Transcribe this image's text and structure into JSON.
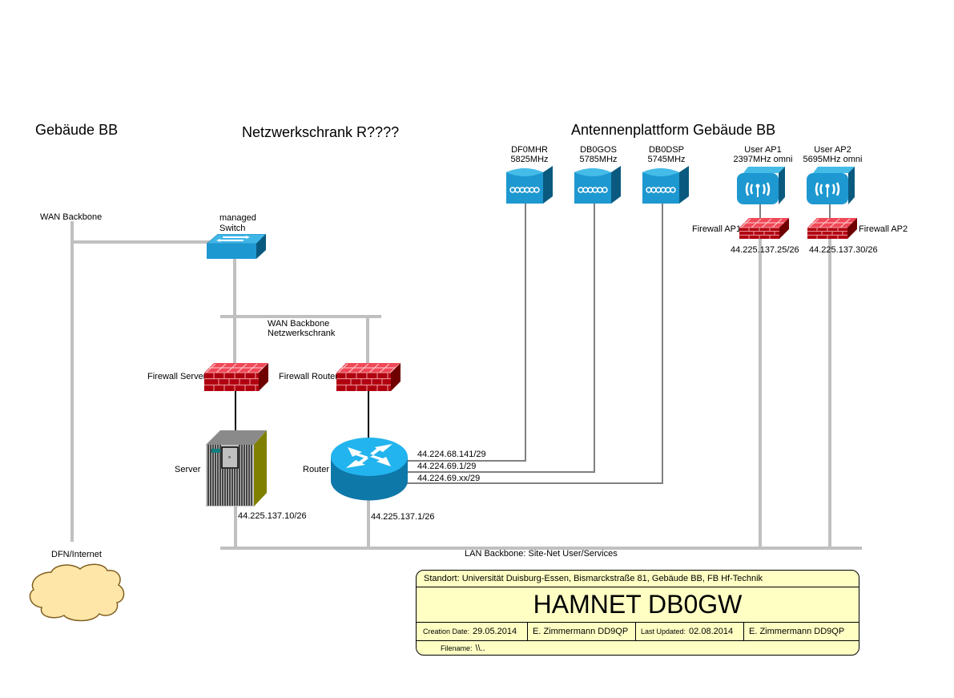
{
  "headers": {
    "building": "Gebäude BB",
    "rack": "Netzwerkschrank R????",
    "antenna_platform": "Antennenplattform Gebäude BB"
  },
  "labels": {
    "wan_backbone": "WAN Backbone",
    "switch_line1": "managed",
    "switch_line2": "Switch",
    "wan_rack_line1": "WAN Backbone",
    "wan_rack_line2": "Netzwerkschrank",
    "firewall_server": "Firewall Server",
    "firewall_router": "Firewall Router",
    "server": "Server",
    "router": "Router",
    "server_ip": "44.225.137.10/26",
    "router_ip": "44.225.137.1/26",
    "router_link1": "44.224.68.141/29",
    "router_link2": "44.224.69.1/29",
    "router_link3": "44.224.69.xx/29",
    "lan_backbone": "LAN Backbone: Site-Net User/Services",
    "internet": "DFN/Internet",
    "firewall_ap1": "Firewall AP1",
    "firewall_ap2": "Firewall AP2",
    "ap1_ip": "44.225.137.25/26",
    "ap2_ip": "44.225.137.30/26"
  },
  "antennas": [
    {
      "call": "DF0MHR",
      "freq": "5825MHz"
    },
    {
      "call": "DB0GOS",
      "freq": "5785MHz"
    },
    {
      "call": "DB0DSP",
      "freq": "5745MHz"
    }
  ],
  "access_points": [
    {
      "name": "User AP1",
      "freq": "2397MHz omni"
    },
    {
      "name": "User AP2",
      "freq": "5695MHz omni"
    }
  ],
  "title_block": {
    "location": "Standort: Universität Duisburg-Essen, Bismarckstraße 81, Gebäude BB, FB Hf-Technik",
    "title": "HAMNET DB0GW",
    "creation_label": "Creation Date:",
    "creation_date": "29.05.2014",
    "creation_author": "E. Zimmermann DD9QP",
    "updated_label": "Last Updated:",
    "updated_date": "02.08.2014",
    "updated_author": "E. Zimmermann DD9QP",
    "filename_label": "Filename:",
    "filename": "\\\\.."
  },
  "colors": {
    "wire_gray": "#c0c0c0",
    "wire_dark": "#808080",
    "device_blue": "#1e98d0",
    "firewall_red": "#b00000",
    "cloud_fill": "#fde6a8",
    "titleblock_fill": "#ffffc4"
  }
}
